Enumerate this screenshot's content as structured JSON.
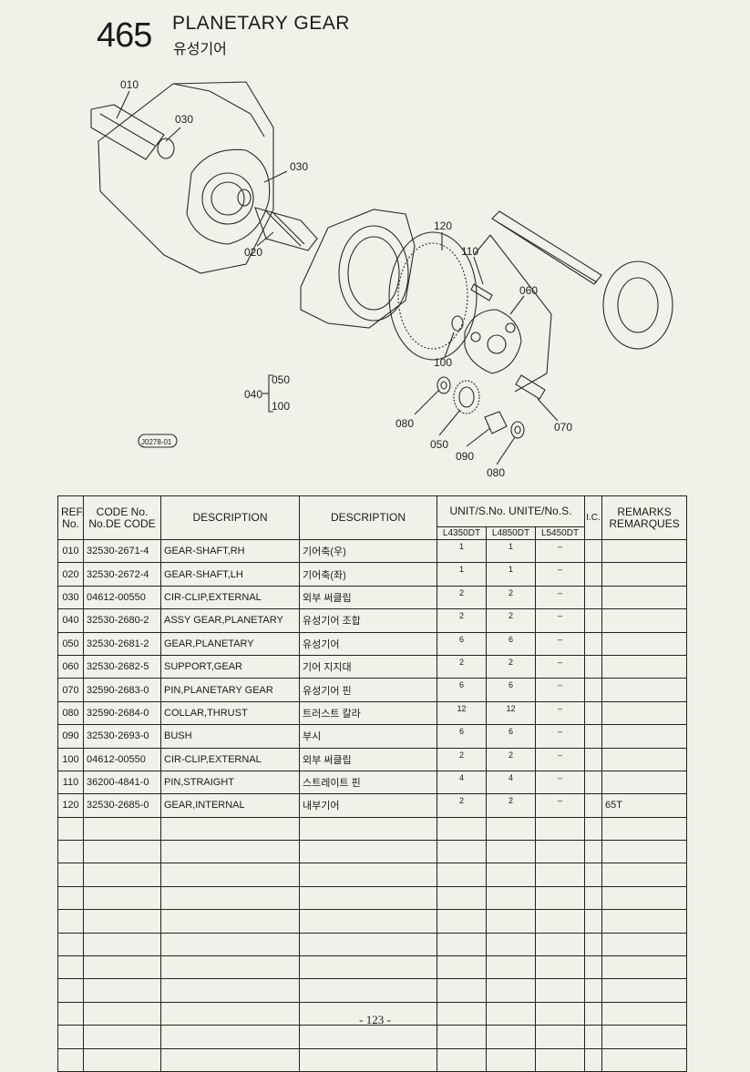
{
  "header": {
    "section_number": "465",
    "title_en": "PLANETARY GEAR",
    "title_ko": "유성기어"
  },
  "diagram": {
    "callouts": [
      "010",
      "030",
      "030",
      "020",
      "120",
      "110",
      "060",
      "100",
      "050",
      "100",
      "080",
      "050",
      "090",
      "080",
      "070"
    ],
    "group_label": "040",
    "figure_code": "J0278-01"
  },
  "table": {
    "headers": {
      "ref": "REF. No.",
      "code": "CODE No. No.DE CODE",
      "desc_en": "DESCRIPTION",
      "desc_ko": "DESCRIPTION",
      "unit": "UNIT/S.No. UNITE/No.S.",
      "models": [
        "L4350DT",
        "L4850DT",
        "L5450DT"
      ],
      "ic": "I.C.",
      "remarks": "REMARKS REMARQUES"
    },
    "rows": [
      {
        "ref": "010",
        "code": "32530-2671-4",
        "desc_en": "GEAR-SHAFT,RH",
        "desc_ko": "기어축(우)",
        "q1": "1",
        "q2": "1",
        "q3": "–",
        "ic": "",
        "remarks": ""
      },
      {
        "ref": "020",
        "code": "32530-2672-4",
        "desc_en": "GEAR-SHAFT,LH",
        "desc_ko": "기어축(좌)",
        "q1": "1",
        "q2": "1",
        "q3": "–",
        "ic": "",
        "remarks": ""
      },
      {
        "ref": "030",
        "code": "04612-00550",
        "desc_en": "CIR-CLIP,EXTERNAL",
        "desc_ko": "외부 써클립",
        "q1": "2",
        "q2": "2",
        "q3": "–",
        "ic": "",
        "remarks": ""
      },
      {
        "ref": "040",
        "code": "32530-2680-2",
        "desc_en": "ASSY GEAR,PLANETARY",
        "desc_ko": "유성기어 조합",
        "q1": "2",
        "q2": "2",
        "q3": "–",
        "ic": "",
        "remarks": ""
      },
      {
        "ref": "050",
        "code": "32530-2681-2",
        "desc_en": "GEAR,PLANETARY",
        "desc_ko": "유성기어",
        "q1": "6",
        "q2": "6",
        "q3": "–",
        "ic": "",
        "remarks": ""
      },
      {
        "ref": "060",
        "code": "32530-2682-5",
        "desc_en": "SUPPORT,GEAR",
        "desc_ko": "기어 지지대",
        "q1": "2",
        "q2": "2",
        "q3": "–",
        "ic": "",
        "remarks": ""
      },
      {
        "ref": "070",
        "code": "32590-2683-0",
        "desc_en": "PIN,PLANETARY GEAR",
        "desc_ko": "유성기어 핀",
        "q1": "6",
        "q2": "6",
        "q3": "–",
        "ic": "",
        "remarks": ""
      },
      {
        "ref": "080",
        "code": "32590-2684-0",
        "desc_en": "COLLAR,THRUST",
        "desc_ko": "트러스트 칼라",
        "q1": "12",
        "q2": "12",
        "q3": "–",
        "ic": "",
        "remarks": ""
      },
      {
        "ref": "090",
        "code": "32530-2693-0",
        "desc_en": "BUSH",
        "desc_ko": "부시",
        "q1": "6",
        "q2": "6",
        "q3": "–",
        "ic": "",
        "remarks": ""
      },
      {
        "ref": "100",
        "code": "04612-00550",
        "desc_en": "CIR-CLIP,EXTERNAL",
        "desc_ko": "외부 써클립",
        "q1": "2",
        "q2": "2",
        "q3": "–",
        "ic": "",
        "remarks": ""
      },
      {
        "ref": "110",
        "code": "36200-4841-0",
        "desc_en": "PIN,STRAIGHT",
        "desc_ko": "스트레이트 핀",
        "q1": "4",
        "q2": "4",
        "q3": "–",
        "ic": "",
        "remarks": ""
      },
      {
        "ref": "120",
        "code": "32530-2685-0",
        "desc_en": "GEAR,INTERNAL",
        "desc_ko": "내부기어",
        "q1": "2",
        "q2": "2",
        "q3": "–",
        "ic": "",
        "remarks": "65T"
      },
      {
        "ref": "",
        "code": "",
        "desc_en": "",
        "desc_ko": "",
        "q1": "",
        "q2": "",
        "q3": "",
        "ic": "",
        "remarks": ""
      },
      {
        "ref": "",
        "code": "",
        "desc_en": "",
        "desc_ko": "",
        "q1": "",
        "q2": "",
        "q3": "",
        "ic": "",
        "remarks": ""
      },
      {
        "ref": "",
        "code": "",
        "desc_en": "",
        "desc_ko": "",
        "q1": "",
        "q2": "",
        "q3": "",
        "ic": "",
        "remarks": ""
      },
      {
        "ref": "",
        "code": "",
        "desc_en": "",
        "desc_ko": "",
        "q1": "",
        "q2": "",
        "q3": "",
        "ic": "",
        "remarks": ""
      },
      {
        "ref": "",
        "code": "",
        "desc_en": "",
        "desc_ko": "",
        "q1": "",
        "q2": "",
        "q3": "",
        "ic": "",
        "remarks": ""
      },
      {
        "ref": "",
        "code": "",
        "desc_en": "",
        "desc_ko": "",
        "q1": "",
        "q2": "",
        "q3": "",
        "ic": "",
        "remarks": ""
      },
      {
        "ref": "",
        "code": "",
        "desc_en": "",
        "desc_ko": "",
        "q1": "",
        "q2": "",
        "q3": "",
        "ic": "",
        "remarks": ""
      },
      {
        "ref": "",
        "code": "",
        "desc_en": "",
        "desc_ko": "",
        "q1": "",
        "q2": "",
        "q3": "",
        "ic": "",
        "remarks": ""
      },
      {
        "ref": "",
        "code": "",
        "desc_en": "",
        "desc_ko": "",
        "q1": "",
        "q2": "",
        "q3": "",
        "ic": "",
        "remarks": ""
      },
      {
        "ref": "",
        "code": "",
        "desc_en": "",
        "desc_ko": "",
        "q1": "",
        "q2": "",
        "q3": "",
        "ic": "",
        "remarks": ""
      },
      {
        "ref": "",
        "code": "",
        "desc_en": "",
        "desc_ko": "",
        "q1": "",
        "q2": "",
        "q3": "",
        "ic": "",
        "remarks": ""
      }
    ]
  },
  "footer": {
    "page_number": "- 123 -"
  }
}
